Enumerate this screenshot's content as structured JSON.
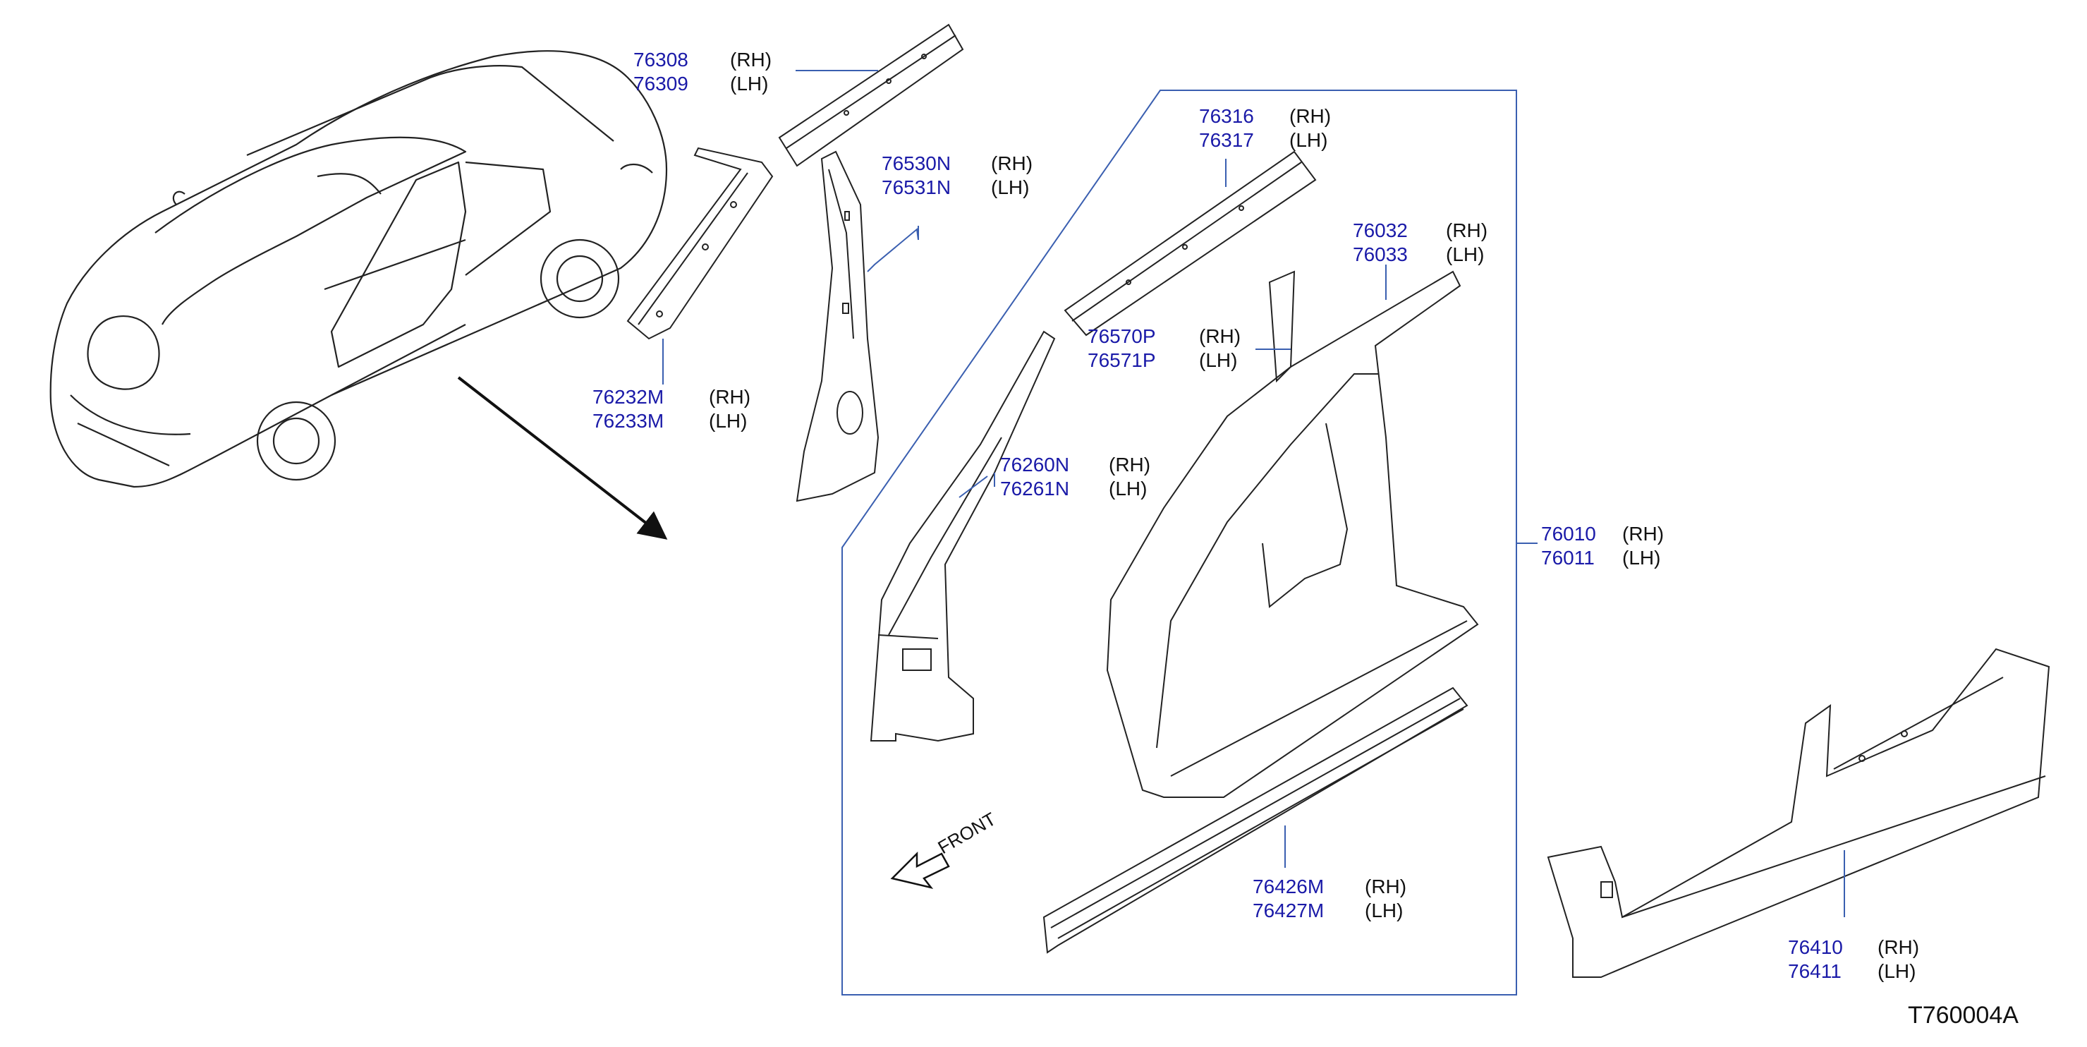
{
  "colors": {
    "part_number": "#1a1aa8",
    "side_text": "#111111",
    "outline": "#222222",
    "callout_box": "#3a5fb0"
  },
  "callouts": [
    {
      "id": "roof-rail-outer",
      "rh": "76308",
      "lh": "76309",
      "rh_tag": "(RH)",
      "lh_tag": "(LH)"
    },
    {
      "id": "center-pillar-reinforce",
      "rh": "76530N",
      "lh": "76531N",
      "rh_tag": "(RH)",
      "lh_tag": "(LH)"
    },
    {
      "id": "front-pillar-inner",
      "rh": "76232M",
      "lh": "76233M",
      "rh_tag": "(RH)",
      "lh_tag": "(LH)"
    },
    {
      "id": "roof-rail-inner",
      "rh": "76316",
      "lh": "76317",
      "rh_tag": "(RH)",
      "lh_tag": "(LH)"
    },
    {
      "id": "body-side-outer-upper",
      "rh": "76032",
      "lh": "76033",
      "rh_tag": "(RH)",
      "lh_tag": "(LH)"
    },
    {
      "id": "roof-side-rail",
      "rh": "76570P",
      "lh": "76571P",
      "rh_tag": "(RH)",
      "lh_tag": "(LH)"
    },
    {
      "id": "front-pillar-reinforce",
      "rh": "76260N",
      "lh": "76261N",
      "rh_tag": "(RH)",
      "lh_tag": "(LH)"
    },
    {
      "id": "body-side-outer",
      "rh": "76010",
      "lh": "76011",
      "rh_tag": "(RH)",
      "lh_tag": "(LH)"
    },
    {
      "id": "sill-inner",
      "rh": "76426M",
      "lh": "76427M",
      "rh_tag": "(RH)",
      "lh_tag": "(LH)"
    },
    {
      "id": "sill-outer",
      "rh": "76410",
      "lh": "76411",
      "rh_tag": "(RH)",
      "lh_tag": "(LH)"
    }
  ],
  "front_label": "FRONT",
  "diagram_id": "T760004A"
}
